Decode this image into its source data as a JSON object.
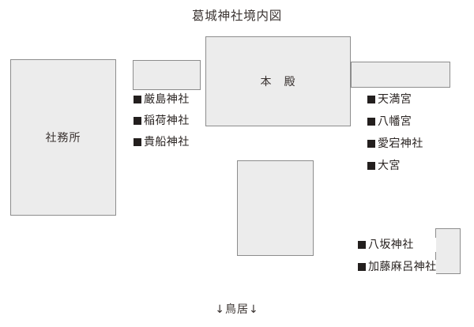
{
  "map": {
    "title": "葛城神社境内図",
    "footer": "↓鳥居↓"
  },
  "buildings": {
    "shamusho": {
      "label": "社務所"
    },
    "honden": {
      "label": "本　殿"
    },
    "mid_upper": {
      "label": ""
    },
    "right_upper": {
      "label": ""
    },
    "mid_lower": {
      "label": ""
    },
    "right_lower": {
      "label": ""
    }
  },
  "legends": {
    "middle": [
      {
        "marker": "filled-square-marker",
        "label": "厳島神社"
      },
      {
        "marker": "filled-square-marker",
        "label": "稲荷神社"
      },
      {
        "marker": "filled-square-marker",
        "label": "貴船神社"
      }
    ],
    "right": [
      {
        "marker": "filled-square-marker",
        "label": "天満宮"
      },
      {
        "marker": "filled-square-marker",
        "label": "八幡宮"
      },
      {
        "marker": "filled-square-marker",
        "label": "愛宕神社"
      },
      {
        "marker": "filled-square-marker",
        "label": "大宮"
      }
    ],
    "bottom_right": [
      {
        "marker": "filled-square-marker",
        "label": "八坂神社"
      },
      {
        "marker": "filled-square-marker",
        "label": "加藤麻呂神社"
      }
    ]
  },
  "colors": {
    "box_fill": "#ececec",
    "box_border": "#8d8d8d",
    "text": "#3b3432",
    "marker": "#231f1e",
    "background": "#ffffff"
  }
}
